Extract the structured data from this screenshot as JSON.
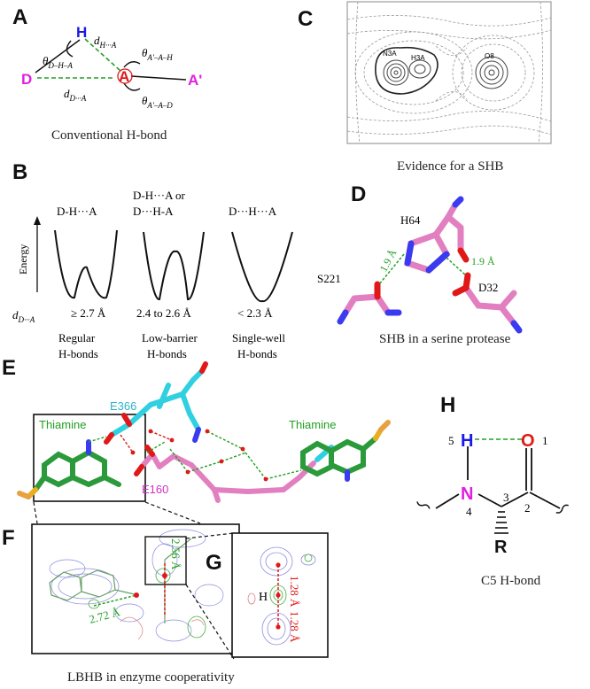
{
  "panels": {
    "A": {
      "letter": "A",
      "caption": "Conventional H-bond",
      "atom_D": "D",
      "atom_H": "H",
      "atom_A": "A",
      "atom_A2": "A'",
      "label_dHA": "d",
      "label_dHA_sub": "H···A",
      "label_theta_DHA": "θ",
      "label_theta_DHA_sub": "D–H–A",
      "label_dDA": "d",
      "label_dDA_sub": "D···A",
      "label_theta_AAH": "θ",
      "label_theta_AAH_sub": "A'–A–H",
      "label_theta_AAD": "θ",
      "label_theta_AAD_sub": "A'–A–D"
    },
    "B": {
      "letter": "B",
      "axis_label": "Energy",
      "dDA_label": "d",
      "dDA_sub": "D···A",
      "wells": [
        {
          "title_line1": "D-H···A",
          "title_line2": "",
          "distance": "≥ 2.7 Å",
          "name_line1": "Regular",
          "name_line2": "H-bonds"
        },
        {
          "title_line1": "D-H···A or",
          "title_line2": "D···H-A",
          "distance": "2.4 to 2.6 Å",
          "name_line1": "Low-barrier",
          "name_line2": "H-bonds"
        },
        {
          "title_line1": "D···H···A",
          "title_line2": "",
          "distance": "< 2.3 Å",
          "name_line1": "Single-well",
          "name_line2": "H-bonds"
        }
      ]
    },
    "C": {
      "letter": "C",
      "caption": "Evidence for a SHB",
      "label_N3A": "N3A",
      "label_H3A": "H3A",
      "label_O8": "O8"
    },
    "D": {
      "letter": "D",
      "caption": "SHB in a serine protease",
      "label_H64": "H64",
      "label_S221": "S221",
      "label_D32": "D32",
      "dist_left": "1.9 Å",
      "dist_right": "1.9 Å"
    },
    "E": {
      "letter": "E",
      "label_thiamine_left": "Thiamine",
      "label_thiamine_right": "Thiamine",
      "label_E366": "E366",
      "label_E160": "E160"
    },
    "F": {
      "letter": "F",
      "dist_1": "2.72 Å",
      "dist_2": "2.56 Å",
      "caption": "LBHB in enzyme cooperativity"
    },
    "G": {
      "letter": "G",
      "label_H": "H",
      "dist_1": "1.28 Å",
      "dist_2": "1.28 Å"
    },
    "H": {
      "letter": "H",
      "caption": "C5 H-bond",
      "atom_H": "H",
      "atom_O": "O",
      "atom_N": "N",
      "atom_R": "R",
      "num_5": "5",
      "num_1": "1",
      "num_4": "4",
      "num_3": "3",
      "num_2": "2"
    }
  },
  "colors": {
    "magenta": "#e020e0",
    "blue": "#1a1ae6",
    "red": "#e01818",
    "green_dash": "#22a022",
    "cyan": "#30d0e0",
    "pink": "#e27fc0",
    "green_stick": "#2a9a3a"
  }
}
